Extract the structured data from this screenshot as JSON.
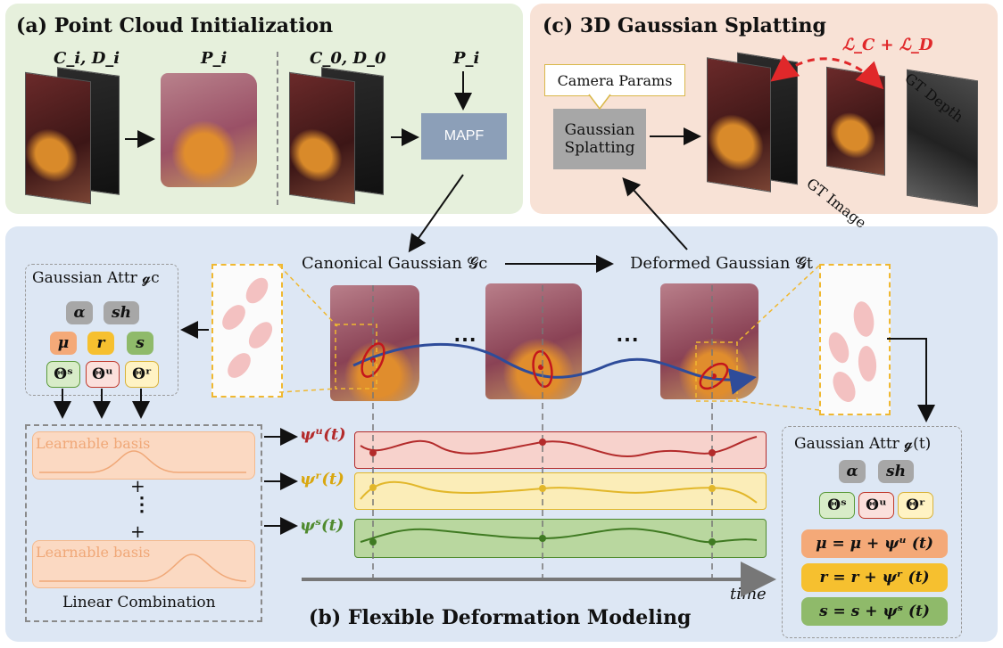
{
  "panel_a": {
    "title": "(a) Point Cloud Initialization",
    "label_ci_di": "C_i, D_i",
    "label_pi_top": "P_i",
    "label_c0_d0": "C_0, D_0",
    "label_pi_right": "P_i",
    "mapf": "MAPF"
  },
  "panel_c": {
    "title": "(c) 3D Gaussian Splatting",
    "loss": "ℒ_C + ℒ_D",
    "camera_params": "Camera Params",
    "gaussian_splatting": "Gaussian Splatting",
    "gt_image": "GT Image",
    "gt_depth": "GT Depth"
  },
  "panel_b": {
    "title": "(b) Flexible Deformation Modeling",
    "canonical": "Canonical Gaussian 𝓖c",
    "deformed": "Deformed Gaussian 𝓖t",
    "ellipsis_1": "⋯",
    "ellipsis_2": "⋯",
    "attr_left": {
      "title": "Gaussian Attr 𝓰c",
      "alpha": "α",
      "sh": "sh",
      "mu": "μ",
      "r": "r",
      "s": "s",
      "theta_s": "Θˢ",
      "theta_mu": "Θᵘ",
      "theta_r": "Θʳ"
    },
    "basis": {
      "basis_1": "Learnable basis",
      "basis_2": "Learnable basis",
      "plus_1": "+",
      "dots": "⋮",
      "plus_2": "+",
      "linear_combination": "Linear Combination"
    },
    "psi": {
      "psi_mu": "ψᵘ(t)",
      "psi_r": "ψʳ(t)",
      "psi_s": "ψˢ(t)"
    },
    "time_label": "time",
    "attr_right": {
      "title": "Gaussian Attr 𝓰(t)",
      "alpha": "α",
      "sh": "sh",
      "theta_s": "Θˢ",
      "theta_mu": "Θᵘ",
      "theta_r": "Θʳ",
      "f_mu": "μ = μ + ψᵘ (t)",
      "f_r": "r = r + ψʳ (t)",
      "f_s": "s = s + ψˢ (t)"
    }
  },
  "colors": {
    "panel_a_bg": "#e6f0dc",
    "panel_b_bg": "#dde7f4",
    "panel_c_bg": "#f8e2d6",
    "mapf": "#8c9fb8",
    "red_track": "#f7d2cc",
    "yellow_track": "#fbedb8",
    "green_track": "#b9d79f",
    "orange_chip": "#f4a978",
    "yellow_chip": "#f6c02f",
    "green_chip": "#8fba6a",
    "gray_chip": "#a7a7a7",
    "loss_red": "#e0282a",
    "trajectory_blue": "#2e4c9a"
  }
}
